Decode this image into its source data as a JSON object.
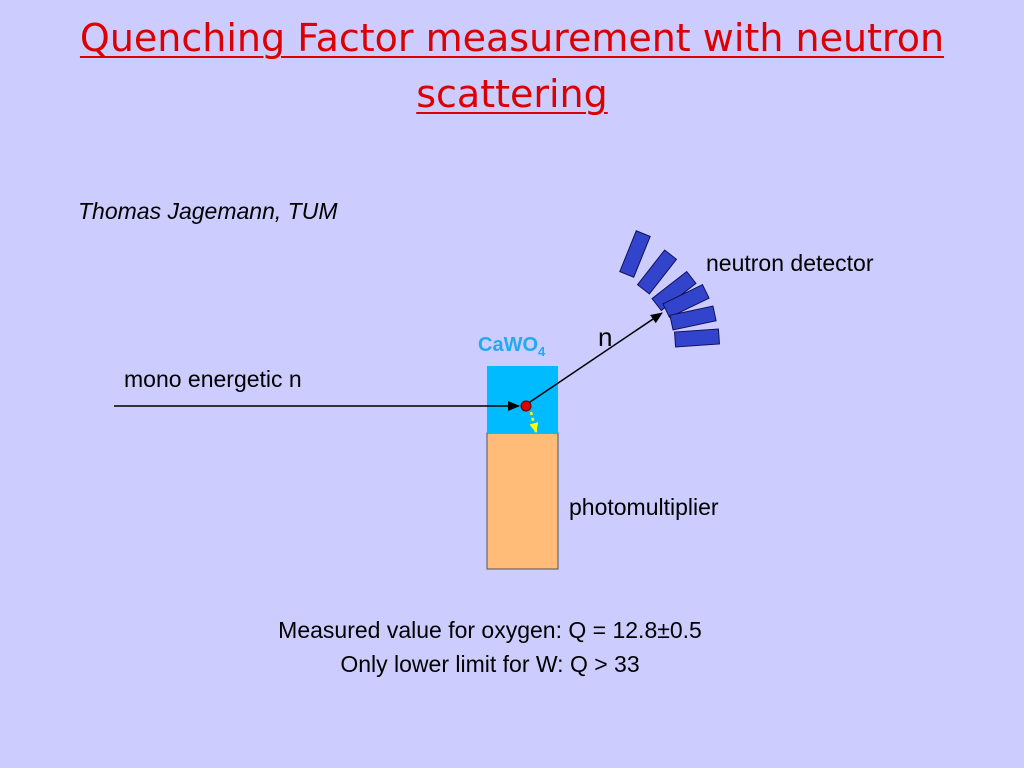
{
  "slide": {
    "title": "Quenching Factor measurement  with neutron scattering",
    "author": "Thomas Jagemann, TUM"
  },
  "diagram": {
    "beam_label": "mono energetic n",
    "scatter_label": "n",
    "crystal_label": "CaWO",
    "crystal_subscript": "4",
    "detector_label": "neutron detector",
    "pmt_label": "photomultiplier",
    "colors": {
      "crystal": "#00bbff",
      "photomultiplier": "#ffbb77",
      "detector": "#3344cc",
      "interaction_point": "#dd0000",
      "light_arrow": "#ffff00",
      "title": "#dd0000"
    }
  },
  "results": {
    "line1": "Measured value for oxygen: Q = 12.8±0.5",
    "line2": "Only lower limit for W:  Q > 33"
  }
}
